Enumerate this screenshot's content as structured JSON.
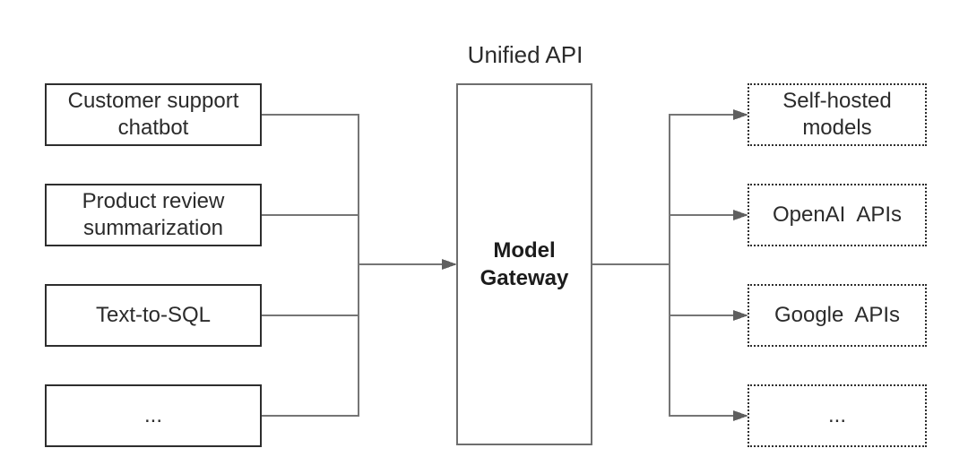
{
  "diagram": {
    "title": "Unified API",
    "gateway": {
      "label": "Model\nGateway"
    },
    "use_cases": [
      {
        "label": "Customer support\nchatbot"
      },
      {
        "label": "Product review\nsummarization"
      },
      {
        "label": "Text-to-SQL"
      },
      {
        "label": "..."
      }
    ],
    "providers": [
      {
        "label": "Self-hosted\nmodels"
      },
      {
        "label": "OpenAI  APIs"
      },
      {
        "label": "Google  APIs"
      },
      {
        "label": "..."
      }
    ],
    "colors": {
      "box_border": "#2e2e2e",
      "gateway_border": "#6e6e6e",
      "line": "#757575",
      "arrowhead": "#5f5f5f",
      "text": "#2b2b2b",
      "gateway_text": "#1c1c1c"
    }
  }
}
